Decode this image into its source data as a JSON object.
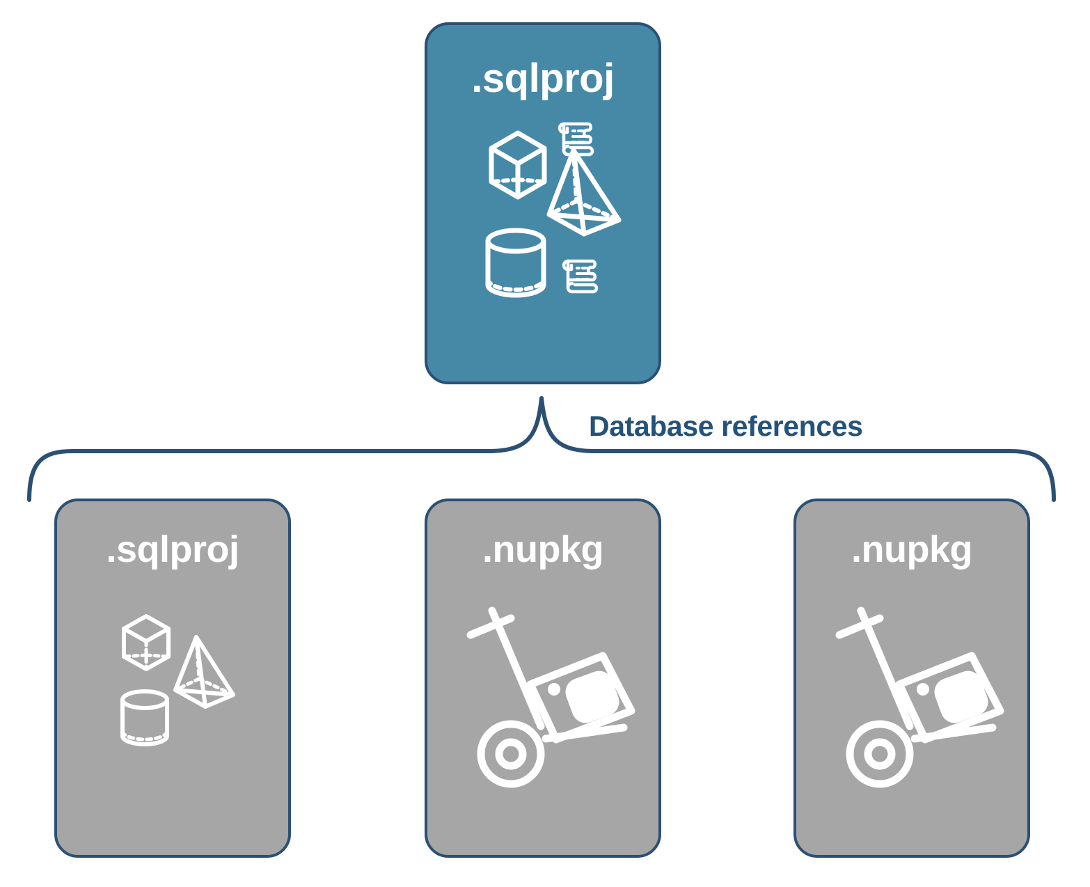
{
  "diagram": {
    "title_text": "Database references",
    "colors": {
      "blue_fill": "#4589a7",
      "gray_fill": "#a6a6a6",
      "border": "#2b5073",
      "label_text": "#24527a",
      "icon_stroke": "#ffffff",
      "background": "#ffffff"
    },
    "connector": {
      "name": "database-references-brace",
      "label": "Database references"
    },
    "nodes": {
      "root": {
        "label": ".sqlproj",
        "fill": "blue",
        "icons": [
          "cube-icon",
          "pyramid-icon",
          "cylinder-icon",
          "script-scroll-icon",
          "script-scroll-icon"
        ]
      },
      "children": [
        {
          "label": ".sqlproj",
          "fill": "gray",
          "icons": [
            "cube-icon",
            "pyramid-icon",
            "cylinder-icon"
          ]
        },
        {
          "label": ".nupkg",
          "fill": "gray",
          "icons": [
            "nuget-package-dolly-icon"
          ]
        },
        {
          "label": ".nupkg",
          "fill": "gray",
          "icons": [
            "nuget-package-dolly-icon"
          ]
        }
      ]
    }
  }
}
